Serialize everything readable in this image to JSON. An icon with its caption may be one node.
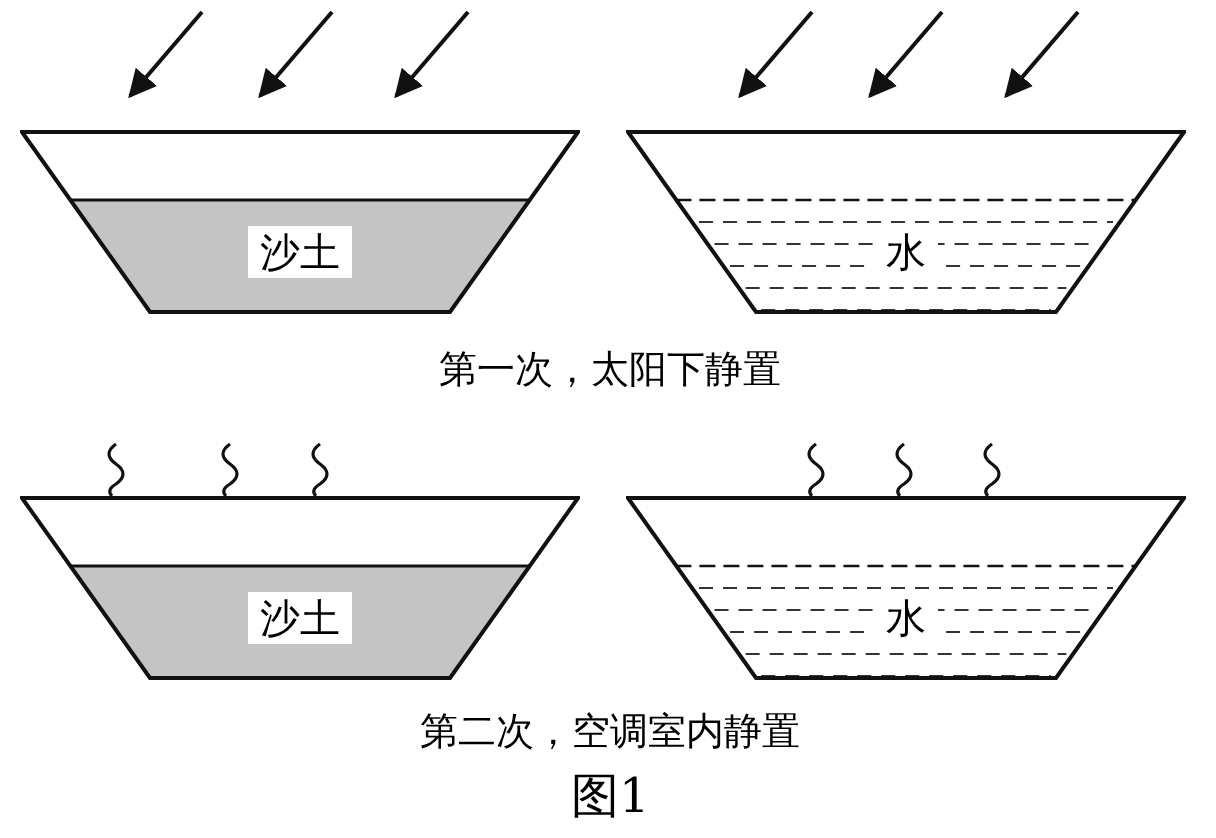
{
  "diagram": {
    "caption": "图1",
    "nodes": [
      {
        "text": [
          "沙土"
        ]
      },
      {
        "text": [
          "水"
        ]
      },
      {
        "text": [
          "沙土"
        ]
      },
      {
        "text": [
          "水"
        ]
      }
    ],
    "labels": [
      "第一次，太阳下静置",
      "第二次，空调室内静置"
    ]
  }
}
